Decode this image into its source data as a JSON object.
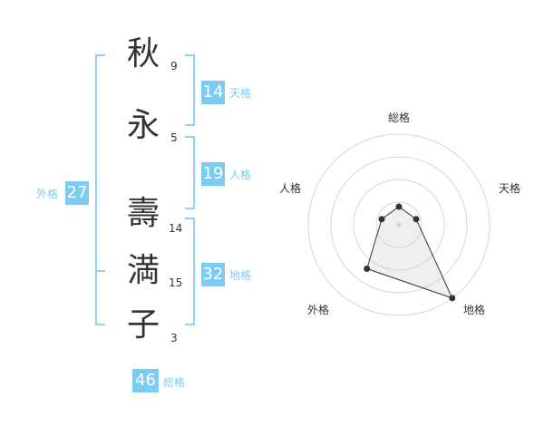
{
  "colors": {
    "accent": "#7ccbf3",
    "bracket": "#8fd0f3",
    "text": "#333333"
  },
  "name": {
    "characters": [
      {
        "char": "秋",
        "strokes": "9"
      },
      {
        "char": "永",
        "strokes": "5"
      },
      {
        "char": "壽",
        "strokes": "14"
      },
      {
        "char": "満",
        "strokes": "15"
      },
      {
        "char": "子",
        "strokes": "3"
      }
    ]
  },
  "fortune": {
    "tenkaku": {
      "value": "14",
      "label": "天格"
    },
    "jinkaku": {
      "value": "19",
      "label": "人格"
    },
    "chikaku": {
      "value": "32",
      "label": "地格"
    },
    "gaikaku": {
      "value": "27",
      "label": "外格"
    },
    "soukaku": {
      "value": "46",
      "label": "総格"
    }
  },
  "chart_data": {
    "type": "radar",
    "axes": [
      "総格",
      "天格",
      "地格",
      "外格",
      "人格"
    ],
    "values": [
      1,
      1,
      5,
      3,
      1
    ],
    "range": [
      0,
      5
    ],
    "rings": 4
  }
}
